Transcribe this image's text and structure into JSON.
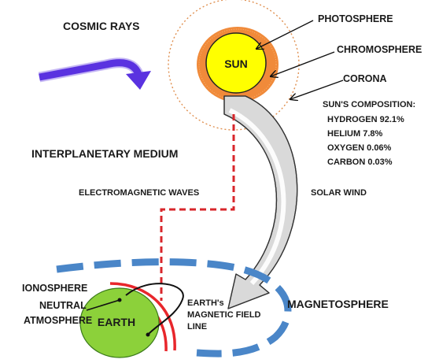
{
  "labels": {
    "cosmic_rays": "COSMIC RAYS",
    "photosphere": "PHOTOSPHERE",
    "chromosphere": "CHROMOSPHERE",
    "corona": "CORONA",
    "sun": "SUN",
    "interplanetary_medium": "INTERPLANETARY MEDIUM",
    "electromagnetic_waves": "ELECTROMAGNETIC WAVES",
    "solar_wind": "SOLAR WIND",
    "ionosphere": "IONOSPHERE",
    "neutral_atmosphere_1": "NEUTRAL",
    "neutral_atmosphere_2": "ATMOSPHERE",
    "earth": "EARTH",
    "magnetic_field_1": "EARTH's",
    "magnetic_field_2": "MAGNETIC FIELD",
    "magnetic_field_3": "LINE",
    "magnetosphere": "MAGNETOSPHERE"
  },
  "composition": {
    "title": "SUN'S COMPOSITION:",
    "items": [
      {
        "element": "HYDROGEN",
        "percent": "92.1%"
      },
      {
        "element": "HELIUM",
        "percent": "7.8%"
      },
      {
        "element": "OXYGEN",
        "percent": "0.06%"
      },
      {
        "element": "CARBON",
        "percent": "0.03%"
      }
    ]
  },
  "colors": {
    "sun_fill": "#ffff00",
    "chromosphere": "#f08a3a",
    "corona_ring": "#e09050",
    "earth_fill": "#8cd13a",
    "ionosphere": "#e8262b",
    "magnetosphere": "#4a86c8",
    "cosmic_ray_arrow": "#5a32e0",
    "em_waves": "#d8262b",
    "solar_wind_fill": "#d9d9d9"
  }
}
